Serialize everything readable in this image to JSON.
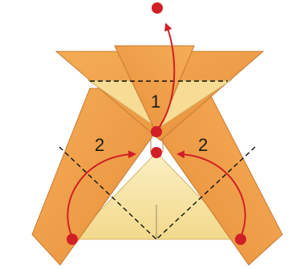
{
  "diagram": {
    "step_labels": {
      "top": "1",
      "left": "2",
      "right": "2"
    },
    "colors": {
      "paper_front": "#f0a04a",
      "paper_front_dark": "#e8893a",
      "paper_back": "#f6e0a0",
      "paper_back_light": "#fbefc2",
      "dot": "#d11f26",
      "arrow": "#d11f26",
      "fold_line": "#111111",
      "outline": "#b9834a"
    }
  }
}
